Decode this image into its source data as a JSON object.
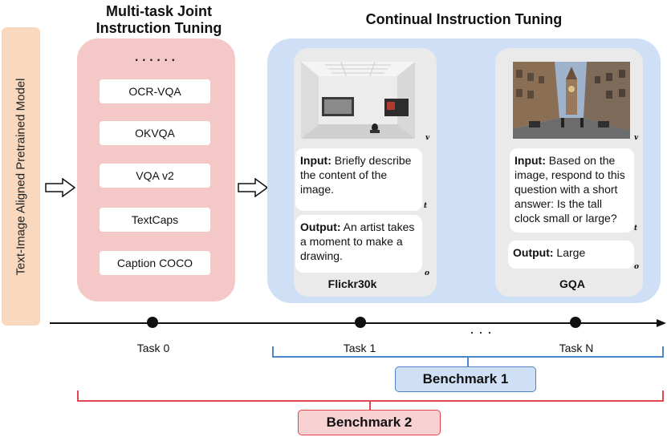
{
  "model_label": "Text-Image Aligned Pretrained Model",
  "multitask": {
    "title_line1": "Multi-task Joint",
    "title_line2": "Instruction Tuning",
    "dots": "......",
    "items": [
      "OCR-VQA",
      "OKVQA",
      "VQA v2",
      "TextCaps",
      "Caption COCO"
    ]
  },
  "continual": {
    "title": "Continual Instruction Tuning",
    "middle_dots": "∙∙∙",
    "cards": [
      {
        "input_label": "Input:",
        "input_text": "Briefly describe the content of the image.",
        "output_label": "Output:",
        "output_text": "An artist takes a moment to make a drawing.",
        "dataset": "Flickr30k",
        "letter_v": "v",
        "letter_t": "t",
        "letter_o": "o"
      },
      {
        "input_label": "Input:",
        "input_text": "Based on the image, respond to this question with a short answer: Is the tall clock small or large?",
        "output_label": "Output:",
        "output_text": "Large",
        "dataset": "GQA",
        "letter_v": "v",
        "letter_t": "t",
        "letter_o": "o"
      }
    ]
  },
  "timeline": {
    "tasks": [
      "Task 0",
      "Task 1",
      "Task N"
    ],
    "dots": "· · ·"
  },
  "benchmarks": [
    "Benchmark 1",
    "Benchmark 2"
  ],
  "colors": {
    "model_bar": "#f8d9bf",
    "multitask_panel": "#f5c8c8",
    "continual_panel": "#cfe0f6",
    "benchmark1": "#4a86c8",
    "benchmark2": "#e0464e"
  }
}
